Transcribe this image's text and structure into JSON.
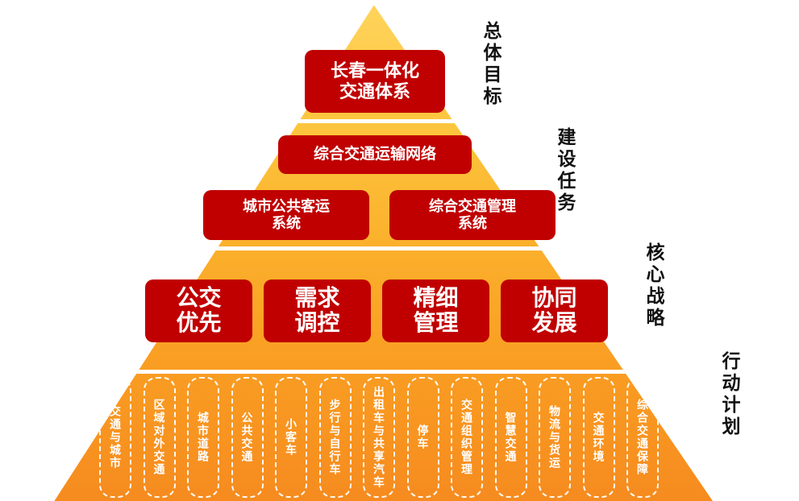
{
  "colors": {
    "box_red": "#c00000",
    "pyramid_top": "#ffd45c",
    "pyramid_bottom": "#f68b1f",
    "label_color": "#111111"
  },
  "tiers": {
    "goal": {
      "side_label": "总体目标",
      "box": "长春一体化\n交通体系"
    },
    "tasks": {
      "side_label": "建设任务",
      "box_top": "综合交通运输网络",
      "box_left": "城市公共客运\n系统",
      "box_right": "综合交通管理\n系统"
    },
    "strategies": {
      "side_label": "核心战略",
      "items": [
        "公交\n优先",
        "需求\n调控",
        "精细\n管理",
        "协同\n发展"
      ]
    },
    "actions": {
      "side_label": "行动计划",
      "items": [
        "交通与城市",
        "区域对外交通",
        "城市道路",
        "公共交通",
        "小客车",
        "步行与自行车",
        "出租车与共享汽车",
        "停车",
        "交通组织管理",
        "智慧交通",
        "物流与货运",
        "交通环境",
        "综合交通保障"
      ]
    }
  }
}
